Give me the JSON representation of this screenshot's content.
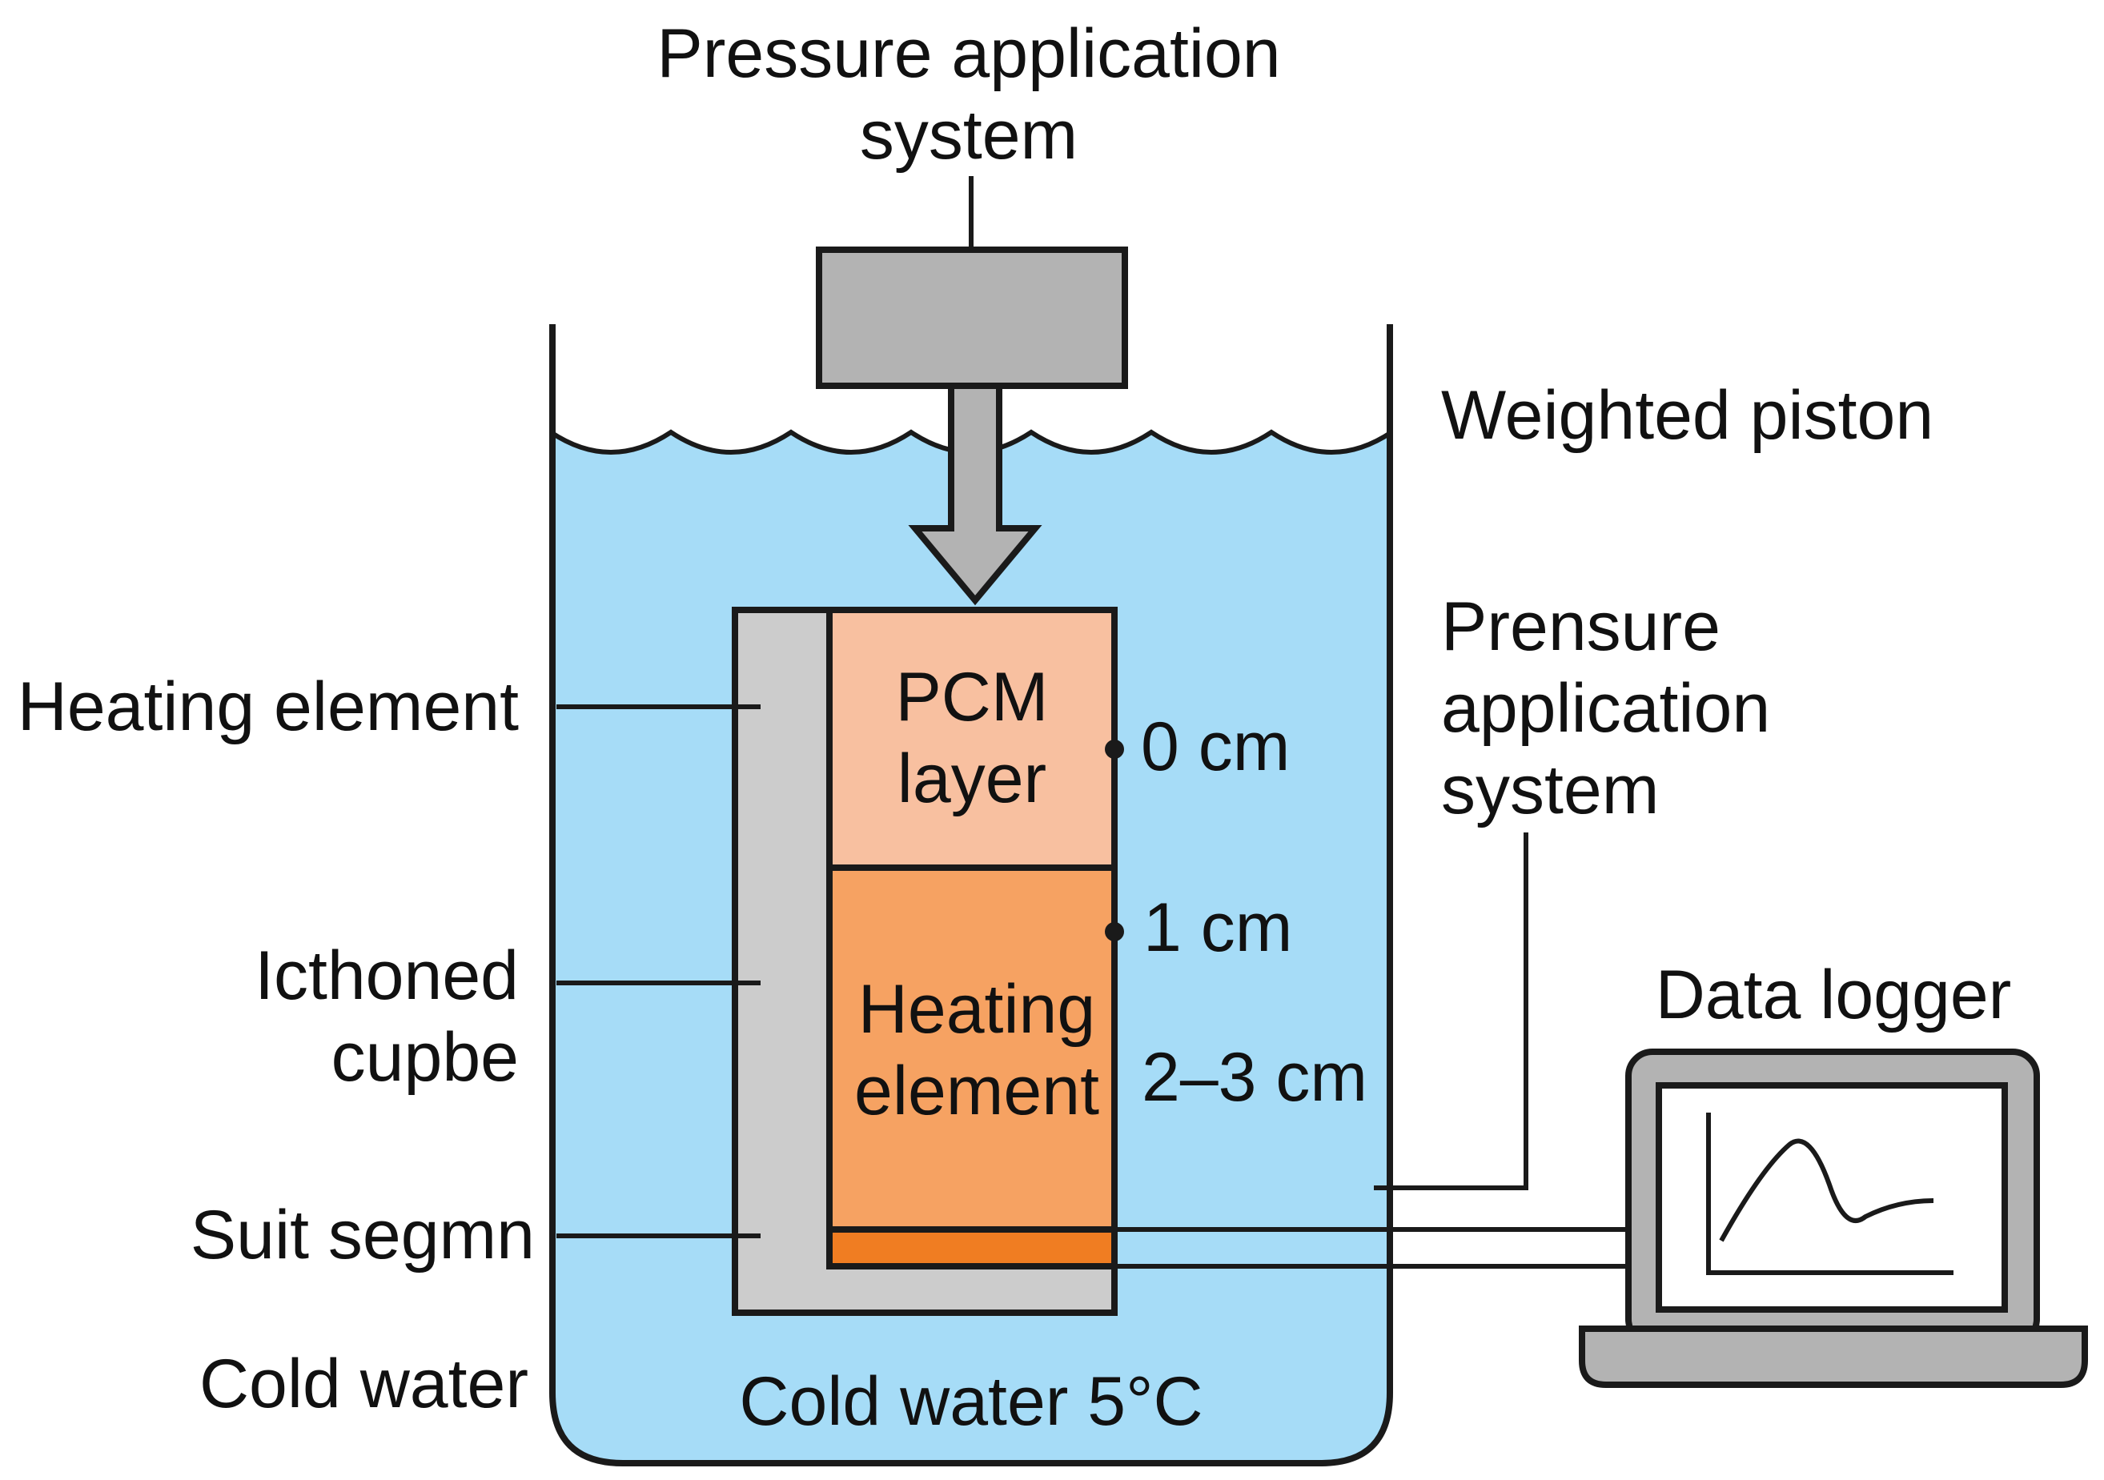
{
  "labels": {
    "pressure_top_line1": "Pressure application",
    "pressure_top_line2": "system",
    "weighted_piston": "Weighted piston",
    "pressure_right_line1": "Prensure",
    "pressure_right_line2": "application",
    "pressure_right_line3": "system",
    "heating_element_left": "Heating element",
    "icthoned_line1": "Icthoned",
    "icthoned_line2": "cupbe",
    "suit_segmn": "Suit segmn",
    "cold_water_left": "Cold water",
    "cold_water_tank": "Cold water 5°C",
    "pcm_line1": "PCM",
    "pcm_line2": "layer",
    "heating_inner_line1": "Heating",
    "heating_inner_line2": "element",
    "depth_0": "0 cm",
    "depth_1": "1 cm",
    "depth_2_3": "2–3 cm",
    "data_logger": "Data logger"
  },
  "colors": {
    "water": "#a6dcf7",
    "piston": "#b3b3b3",
    "cup_wall": "#cccccc",
    "pcm_layer": "#f8c0a0",
    "heating_element": "#f6a262",
    "heating_strip": "#f07d22",
    "laptop_body": "#b3b3b3",
    "outline": "#1a1a1a"
  },
  "icons": {
    "arrow": "down-arrow-icon",
    "laptop": "laptop-icon",
    "plot": "line-chart-icon"
  }
}
